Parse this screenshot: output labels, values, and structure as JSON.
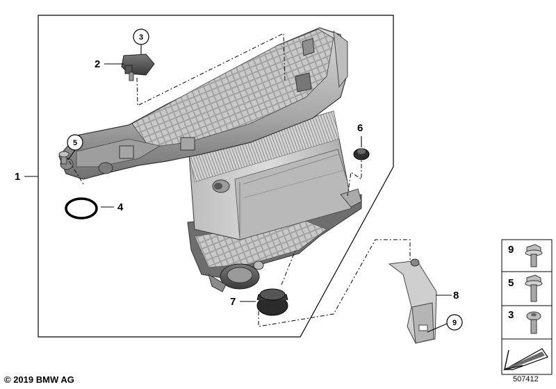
{
  "callouts": {
    "c1": "1",
    "c2": "2",
    "c3": "3",
    "c4": "4",
    "c5": "5",
    "c6": "6",
    "c7": "7",
    "c8": "8",
    "c9": "9"
  },
  "legend": {
    "items": [
      {
        "number": "9",
        "icon": "flange-bolt-icon"
      },
      {
        "number": "5",
        "icon": "flange-bolt-icon"
      },
      {
        "number": "3",
        "icon": "torx-screw-icon"
      }
    ],
    "footer_icon": "direction-arrow-icon"
  },
  "copyright": "© 2019 BMW AG",
  "diagram_id": "507412",
  "colors": {
    "part_light": "#e6e6e6",
    "part_mid": "#c8c8c8",
    "part_dark": "#8c8c8c",
    "line": "#000000"
  }
}
